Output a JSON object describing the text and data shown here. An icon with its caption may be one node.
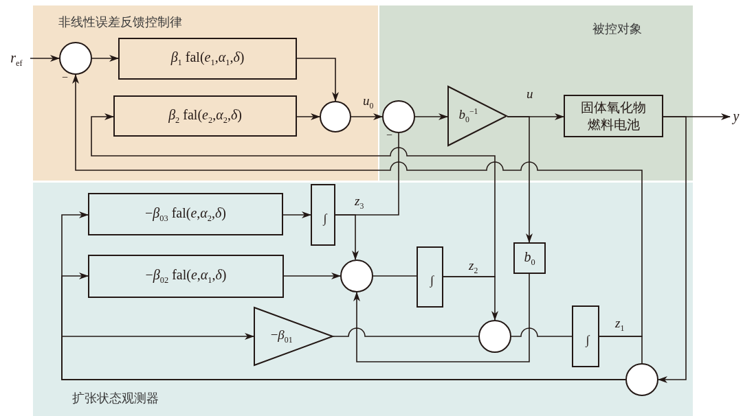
{
  "diagram": {
    "nodes": [
      {
        "text": [
          "非线性误差反馈控制律"
        ]
      },
      {
        "text": [
          "被控对象"
        ]
      },
      {
        "text": [
          "扩张状态观测器"
        ]
      },
      {
        "text": [
          "*r*$_{ef}$"
        ]
      },
      {
        "text": [],
        "shape": "circle",
        "in": 0
      },
      {
        "text": [
          "*β*$_{1}$ fal(*e*$_{1}$,*α*$_{1}$,*δ*)"
        ],
        "in": 0
      },
      {
        "text": [
          "*β*$_{2}$ fal(*e*$_{2}$,*α*$_{2}$,*δ*)"
        ],
        "in": 0
      },
      {
        "text": [],
        "shape": "circle",
        "in": 0
      },
      {
        "text": [],
        "shape": "circle",
        "in": 1
      },
      {
        "text": [
          "*b*$_{0}$$^{−1}$"
        ],
        "in": 1
      },
      {
        "text": [
          "固体氧化物燃料电池"
        ],
        "in": 1
      },
      {
        "text": [
          "y"
        ]
      },
      {
        "text": [
          "−*β*$_{03}$ fal(*e*,*α*$_{2}$,*δ*)"
        ],
        "in": 2
      },
      {
        "text": [
          "∫"
        ],
        "in": 2
      },
      {
        "text": [
          "−*β*$_{02}$ fal(*e*,*α*$_{1}$,*δ*)"
        ],
        "in": 2
      },
      {
        "text": [],
        "shape": "circle",
        "in": 2
      },
      {
        "text": [
          "∫"
        ],
        "in": 2
      },
      {
        "text": [
          "*b*$_{0}$"
        ],
        "in": 2
      },
      {
        "text": [
          "−*β*$_{01}$"
        ],
        "in": 2
      },
      {
        "text": [],
        "shape": "circle",
        "in": 2
      },
      {
        "text": [
          "∫"
        ],
        "in": 2
      },
      {
        "text": [],
        "shape": "circle",
        "in": 2
      }
    ],
    "edges": [
      {
        "from": 3,
        "to": 4,
        "arrow": "to"
      },
      {
        "from": 4,
        "to": 5,
        "arrow": "to"
      },
      {
        "from": 5,
        "to": 7,
        "arrow": "to"
      },
      {
        "from": 6,
        "to": 7,
        "arrow": "to"
      },
      {
        "from": 7,
        "to": 8,
        "arrow": "to",
        "label": "*u*$_{0}$"
      },
      {
        "from": 8,
        "to": 9,
        "arrow": "to"
      },
      {
        "from": 9,
        "to": 10,
        "arrow": "to",
        "label": "u"
      },
      {
        "from": 10,
        "to": 11,
        "arrow": "to"
      },
      {
        "from": 9,
        "to": 17,
        "arrow": "to"
      },
      {
        "from": 10,
        "to": 21,
        "arrow": "to"
      },
      {
        "from": 21,
        "to": 12,
        "arrow": "to"
      },
      {
        "from": 21,
        "to": 14,
        "arrow": "to"
      },
      {
        "from": 21,
        "to": 18,
        "arrow": "to"
      },
      {
        "from": 12,
        "to": 13,
        "arrow": "to"
      },
      {
        "from": 13,
        "to": 15,
        "arrow": "to"
      },
      {
        "from": 13,
        "to": 8,
        "arrow": "none",
        "label": "*z*$_{3}$"
      },
      {
        "from": 14,
        "to": 15,
        "arrow": "to"
      },
      {
        "from": 15,
        "to": 16,
        "arrow": "none"
      },
      {
        "from": 16,
        "to": 19,
        "arrow": "to",
        "label": "*z*$_{2}$"
      },
      {
        "from": 16,
        "to": 6,
        "arrow": "to"
      },
      {
        "from": 17,
        "to": 15,
        "arrow": "to"
      },
      {
        "from": 18,
        "to": 19,
        "arrow": "none"
      },
      {
        "from": 19,
        "to": 20,
        "arrow": "none"
      },
      {
        "from": 20,
        "to": 21,
        "arrow": "none",
        "label": "*z*$_{1}$"
      },
      {
        "from": 20,
        "to": 4,
        "arrow": "to"
      }
    ],
    "labels": [
      "−",
      "−"
    ]
  }
}
